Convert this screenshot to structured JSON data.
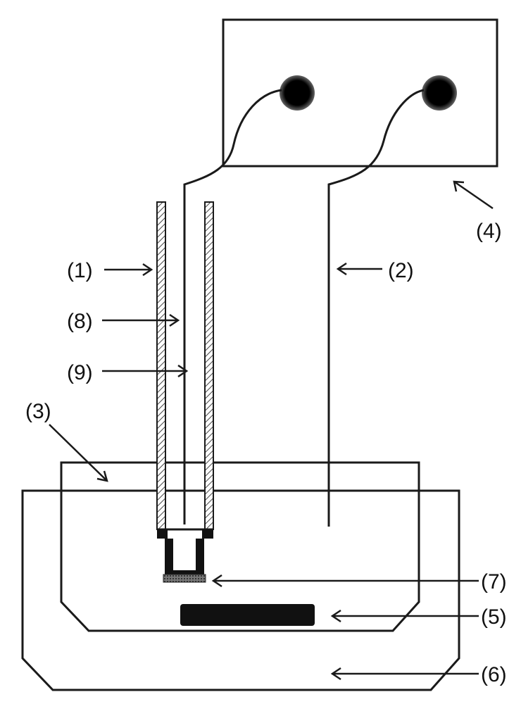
{
  "labels": {
    "l1": "(1)",
    "l2": "(2)",
    "l3": "(3)",
    "l4": "(4)",
    "l5": "(5)",
    "l6": "(6)",
    "l7": "(7)",
    "l8": "(8)",
    "l9": "(9)"
  },
  "colors": {
    "background": "#ffffff",
    "line": "#1a1a1a",
    "fill_dark": "#111111",
    "hatch": "#555555"
  }
}
